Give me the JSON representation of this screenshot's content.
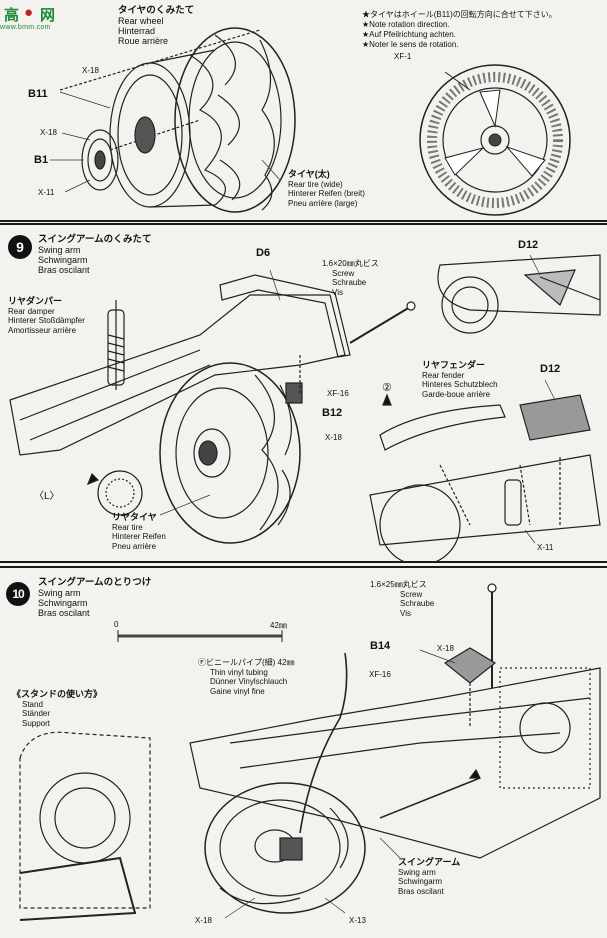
{
  "logo": {
    "glyph1": "高",
    "glyph2": "网",
    "url": "www.bmm.com"
  },
  "step8": {
    "title_jp": "タイヤのくみたて",
    "title_lines": [
      "Rear wheel",
      "Hinterrad",
      "Roue arrière"
    ],
    "notes": [
      "★タイヤはホイール(B11)の回転方向に合せて下さい。",
      "★Note rotation direction.",
      "★Auf Pfeilrichtung achten.",
      "★Noter le sens de rotation."
    ],
    "parts": {
      "x18_top": "X-18",
      "b11": "B11",
      "x18_mid": "X-18",
      "b1": "B1",
      "x11": "X-11",
      "xf1": "XF-1"
    },
    "tire_label": {
      "jp": "タイヤ(太)",
      "lines": [
        "Rear tire (wide)",
        "Hinterer Reifen (breit)",
        "Pneu arrière (large)"
      ]
    }
  },
  "step9": {
    "number": "9",
    "title_jp": "スイングアームのくみたて",
    "title_lines": [
      "Swing arm",
      "Schwingarm",
      "Bras oscilant"
    ],
    "d6": "D6",
    "screw": {
      "jp": "1.6×20㎜丸ビス",
      "lines": [
        "Screw",
        "Schraube",
        "Vis"
      ]
    },
    "d12_top": "D12",
    "damper": {
      "jp": "リヤダンパー",
      "lines": [
        "Rear damper",
        "Hinterer Stoßdämpfer",
        "Amortisseur arrière"
      ]
    },
    "xf16": "XF-16",
    "b12": "B12",
    "x18": "X-18",
    "fender": {
      "jp": "リヤフェンダー",
      "lines": [
        "Rear fender",
        "Hinteres Schutzblech",
        "Garde-boue arrière"
      ]
    },
    "circle2": "②",
    "d12_mid": "D12",
    "left": "〈L〉",
    "tire": {
      "jp": "リヤタイヤ",
      "lines": [
        "Rear tire",
        "Hinterer Reifen",
        "Pneu arrière"
      ]
    },
    "x11": "X-11"
  },
  "step10": {
    "number": "10",
    "title_jp": "スイングアームのとりつけ",
    "title_lines": [
      "Swing arm",
      "Schwingarm",
      "Bras oscilant"
    ],
    "screw": {
      "jp": "1.6×25㎜丸ビス",
      "lines": [
        "Screw",
        "Schraube",
        "Vis"
      ]
    },
    "scale_zero": "0",
    "scale_end": "42㎜",
    "b14": "B14",
    "x18_top": "X-18",
    "xf16": "XF-16",
    "tubing": {
      "jp": "Ⓕビニールパイプ(細) 42㎜",
      "lines": [
        "Thin vinyl tubing",
        "Dünner Vinylschlauch",
        "Gaine vinyl fine"
      ]
    },
    "stand": {
      "jp": "《スタンドの使い方》",
      "lines": [
        "Stand",
        "Ständer",
        "Support"
      ]
    },
    "swingarm": {
      "jp": "スイングアーム",
      "lines": [
        "Swing arm",
        "Schwingarm",
        "Bras oscilant"
      ]
    },
    "x18_bottom": "X-18",
    "x13": "X-13"
  }
}
